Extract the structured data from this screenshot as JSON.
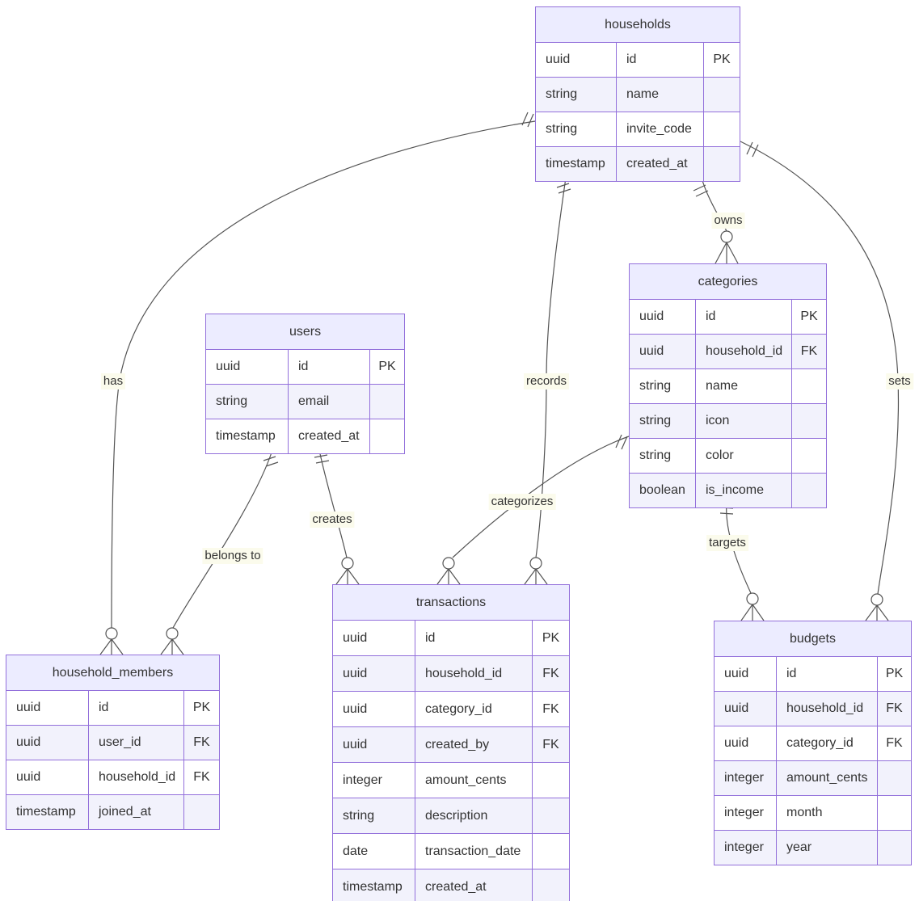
{
  "diagram": {
    "type": "entity-relationship",
    "colors": {
      "entity_border": "#9370DB",
      "header_fill": "#ECECFF",
      "row_alt_fill": "#f2f2fc",
      "line": "#545454",
      "label_bg": "#fbfbec",
      "text": "#333333"
    },
    "entities": {
      "households": {
        "title": "households",
        "rows": [
          [
            "uuid",
            "id",
            "PK"
          ],
          [
            "string",
            "name",
            ""
          ],
          [
            "string",
            "invite_code",
            ""
          ],
          [
            "timestamp",
            "created_at",
            ""
          ]
        ]
      },
      "users": {
        "title": "users",
        "rows": [
          [
            "uuid",
            "id",
            "PK"
          ],
          [
            "string",
            "email",
            ""
          ],
          [
            "timestamp",
            "created_at",
            ""
          ]
        ]
      },
      "categories": {
        "title": "categories",
        "rows": [
          [
            "uuid",
            "id",
            "PK"
          ],
          [
            "uuid",
            "household_id",
            "FK"
          ],
          [
            "string",
            "name",
            ""
          ],
          [
            "string",
            "icon",
            ""
          ],
          [
            "string",
            "color",
            ""
          ],
          [
            "boolean",
            "is_income",
            ""
          ]
        ]
      },
      "household_members": {
        "title": "household_members",
        "rows": [
          [
            "uuid",
            "id",
            "PK"
          ],
          [
            "uuid",
            "user_id",
            "FK"
          ],
          [
            "uuid",
            "household_id",
            "FK"
          ],
          [
            "timestamp",
            "joined_at",
            ""
          ]
        ]
      },
      "transactions": {
        "title": "transactions",
        "rows": [
          [
            "uuid",
            "id",
            "PK"
          ],
          [
            "uuid",
            "household_id",
            "FK"
          ],
          [
            "uuid",
            "category_id",
            "FK"
          ],
          [
            "uuid",
            "created_by",
            "FK"
          ],
          [
            "integer",
            "amount_cents",
            ""
          ],
          [
            "string",
            "description",
            ""
          ],
          [
            "date",
            "transaction_date",
            ""
          ],
          [
            "timestamp",
            "created_at",
            ""
          ]
        ]
      },
      "budgets": {
        "title": "budgets",
        "rows": [
          [
            "uuid",
            "id",
            "PK"
          ],
          [
            "uuid",
            "household_id",
            "FK"
          ],
          [
            "uuid",
            "category_id",
            "FK"
          ],
          [
            "integer",
            "amount_cents",
            ""
          ],
          [
            "integer",
            "month",
            ""
          ],
          [
            "integer",
            "year",
            ""
          ]
        ]
      }
    },
    "relationships": [
      {
        "from": "households",
        "to": "household_members",
        "label": "has",
        "cardinality": "one to zero-or-many"
      },
      {
        "from": "households",
        "to": "transactions",
        "label": "records",
        "cardinality": "one to zero-or-many"
      },
      {
        "from": "households",
        "to": "categories",
        "label": "owns",
        "cardinality": "one to zero-or-many"
      },
      {
        "from": "households",
        "to": "budgets",
        "label": "sets",
        "cardinality": "one to zero-or-many"
      },
      {
        "from": "users",
        "to": "household_members",
        "label": "belongs to",
        "cardinality": "one to zero-or-many"
      },
      {
        "from": "users",
        "to": "transactions",
        "label": "creates",
        "cardinality": "one to zero-or-many"
      },
      {
        "from": "categories",
        "to": "transactions",
        "label": "categorizes",
        "cardinality": "one to zero-or-many"
      },
      {
        "from": "categories",
        "to": "budgets",
        "label": "targets",
        "cardinality": "one to zero-or-many"
      }
    ]
  }
}
